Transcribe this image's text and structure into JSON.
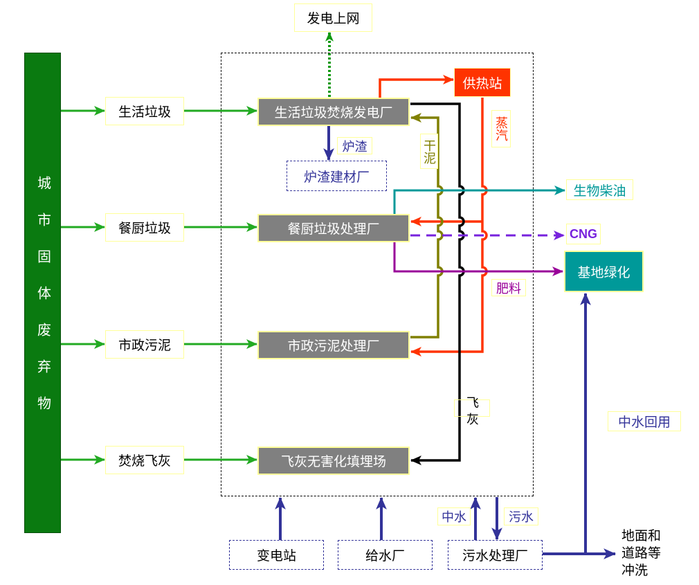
{
  "colors": {
    "dark_green": "#0a7a10",
    "green": "#22aa22",
    "dotted_green": "#119911",
    "gray": "#808080",
    "highlight": "#ffff99",
    "red": "#ff3300",
    "blue": "#333399",
    "teal": "#009999",
    "purple": "#990099",
    "violet": "#7722dd",
    "olive": "#808000",
    "black": "#000000"
  },
  "source": {
    "label": "城市固体废弃物"
  },
  "inputs": [
    {
      "label": "生活垃圾"
    },
    {
      "label": "餐厨垃圾"
    },
    {
      "label": "市政污泥"
    },
    {
      "label": "焚烧飞灰"
    }
  ],
  "plants": [
    {
      "label": "生活垃圾焚烧发电厂"
    },
    {
      "label": "餐厨垃圾处理厂"
    },
    {
      "label": "市政污泥处理厂"
    },
    {
      "label": "飞灰无害化填埋场"
    }
  ],
  "incineration_outputs": {
    "power_grid": "发电上网",
    "slag_flow": "炉渣",
    "slag_plant": "炉渣建材厂",
    "fly_ash_flow": "飞灰"
  },
  "heating": {
    "station": "供热站",
    "steam_flow": "蒸汽"
  },
  "sludge": {
    "dry_sludge_flow": "干泥"
  },
  "kitchen_outputs": {
    "biodiesel": "生物柴油",
    "cng": "CNG",
    "fertilizer_flow": "肥料",
    "green_base": "基地绿化"
  },
  "utilities": {
    "substation": "变电站",
    "water_plant": "给水厂",
    "sewage_plant": "污水处理厂",
    "reclaimed_water_flow": "中水",
    "sewage_flow": "污水",
    "reclaimed_reuse": "中水回用",
    "ground_wash": [
      "地面和",
      "道路等",
      "冲洗"
    ]
  }
}
